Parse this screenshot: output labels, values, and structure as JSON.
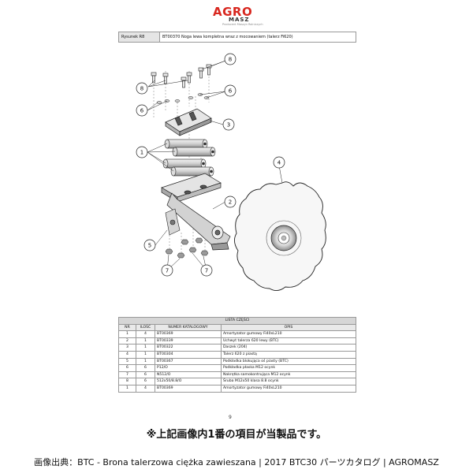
{
  "logo": {
    "brand": "AGRO",
    "sub": "MASZ",
    "tagline": "Producent Maszyn Rolniczych"
  },
  "header": {
    "figure_label": "Rysunek R8",
    "figure_title": "BT00370 Noga lewa kompletna wraz z mocowaniem (talerz Fi620)"
  },
  "callouts": [
    "8",
    "8",
    "6",
    "6",
    "3",
    "1",
    "2",
    "4",
    "5",
    "7",
    "7"
  ],
  "parts_table": {
    "title": "LISTA CZĘŚCI",
    "columns": [
      "NR",
      "ILOŚĆ",
      "NUMER KATALOGOWY",
      "OPIS"
    ],
    "rows": [
      [
        "1",
        "4",
        "BT00369",
        "Amortyzator gumowy Fi40xL210"
      ],
      [
        "2",
        "1",
        "BT00339",
        "Uchwyt talerza 620 lewy (BTC)"
      ],
      [
        "3",
        "1",
        "BT00322",
        "Daszek (204)"
      ],
      [
        "4",
        "1",
        "BT00304",
        "Talerz 620 z piastą"
      ],
      [
        "5",
        "1",
        "BT00367",
        "Podkładka blokująca oś piasty (BTC)"
      ],
      [
        "6",
        "6",
        "P12/O",
        "Podkładka płaska M12 ocynk"
      ],
      [
        "7",
        "6",
        "N512/O",
        "Nakrętka samokontrująca M12 ocynk"
      ],
      [
        "8",
        "6",
        "512x50/8.8/O",
        "Śruba M12x50 klasa 8.8 ocynk"
      ],
      [
        "1",
        "4",
        "BT00369",
        "Amortyzator gumowy Fi40xL210"
      ]
    ]
  },
  "page_number": "9",
  "note": "※上記画像内1番の項目が当製品です。",
  "source": "画像出典：BTC - Brona talerzowa ciężka zawieszana | 2017 BTC30 パーツカタログ | AGROMASZ"
}
